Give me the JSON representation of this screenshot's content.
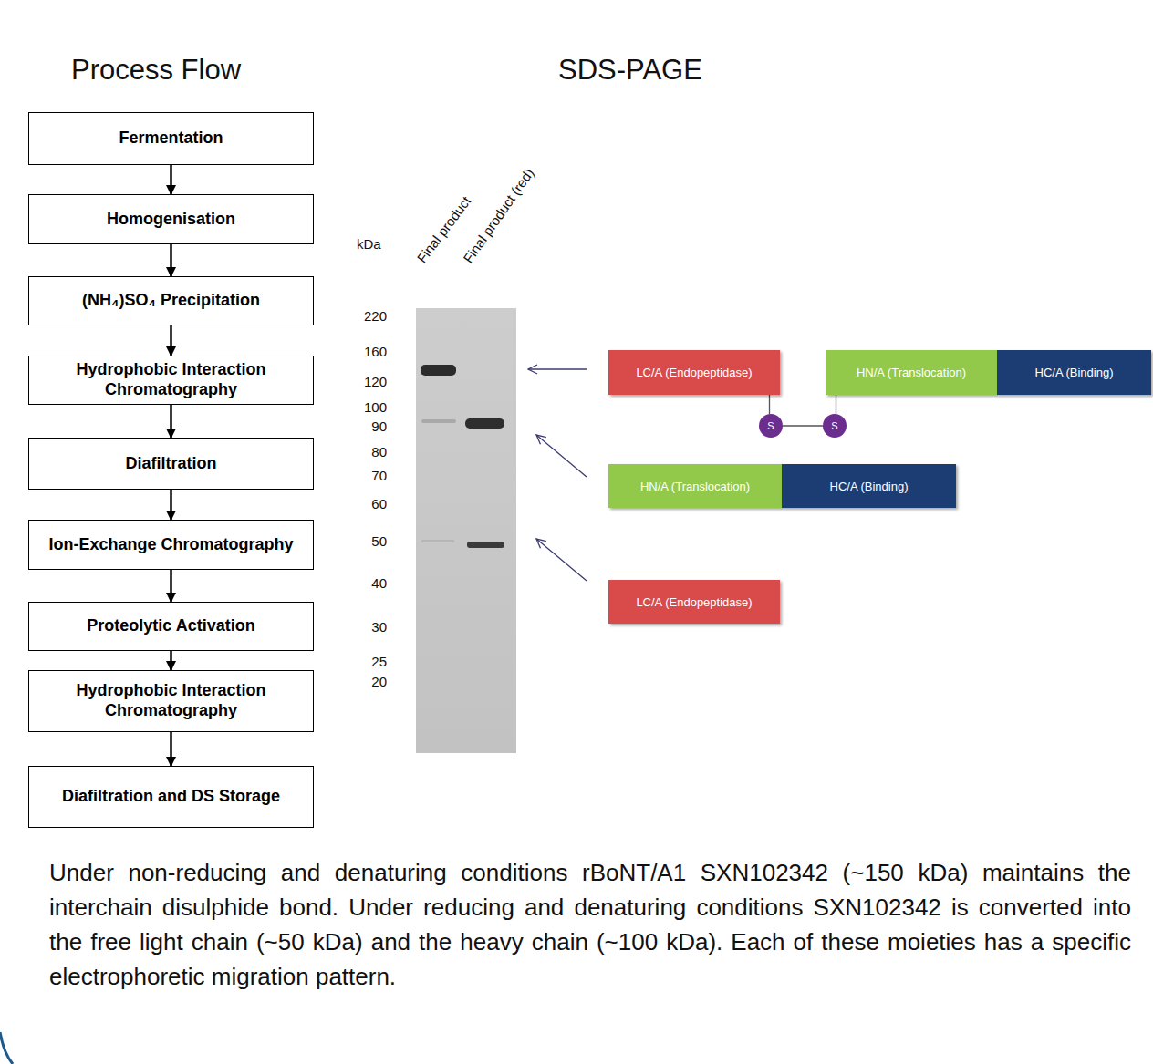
{
  "diagram": {
    "caption": "Under non-reducing and denaturing conditions rBoNT/A1 SXN102342 (~150 kDa) maintains the interchain disulphide bond. Under reducing and denaturing conditions SXN102342 is converted into the free light chain (~50 kDa) and the heavy chain (~100 kDa). Each of these moieties has a specific electrophoretic migration pattern.",
    "nodes": [
      {
        "text": [
          "Fermentation"
        ]
      },
      {
        "text": [
          "Homogenisation"
        ]
      },
      {
        "text": [
          "(NH₄)SO₄ Precipitation"
        ]
      },
      {
        "text": [
          "Hydrophobic Interaction Chromatography"
        ]
      },
      {
        "text": [
          "Diafiltration"
        ]
      },
      {
        "text": [
          "Ion-Exchange Chromatography"
        ]
      },
      {
        "text": [
          "Proteolytic Activation"
        ]
      },
      {
        "text": [
          "Hydrophobic Interaction Chromatography"
        ]
      },
      {
        "text": [
          "Diafiltration and DS Storage"
        ]
      },
      {
        "text": [
          "LC/A (Endopeptidase)"
        ]
      },
      {
        "text": [
          "HN/A (Translocation)"
        ]
      },
      {
        "text": [
          "HC/A (Binding)"
        ]
      },
      {
        "text": [
          "S"
        ]
      },
      {
        "text": [
          "S"
        ]
      },
      {
        "text": [
          "HN/A (Translocation)"
        ]
      },
      {
        "text": [
          "HC/A (Binding)"
        ]
      },
      {
        "text": [
          "LC/A (Endopeptidase)"
        ]
      }
    ],
    "edges": [
      {
        "from": 0,
        "to": 1,
        "arrow": "to"
      },
      {
        "from": 1,
        "to": 2,
        "arrow": "to"
      },
      {
        "from": 2,
        "to": 3,
        "arrow": "to"
      },
      {
        "from": 3,
        "to": 4,
        "arrow": "to"
      },
      {
        "from": 4,
        "to": 5,
        "arrow": "to"
      },
      {
        "from": 5,
        "to": 6,
        "arrow": "to"
      },
      {
        "from": 6,
        "to": 7,
        "arrow": "to"
      },
      {
        "from": 7,
        "to": 8,
        "arrow": "to"
      },
      {
        "from": 9,
        "to": 12,
        "arrow": "none"
      },
      {
        "from": 12,
        "to": 13,
        "arrow": "none"
      },
      {
        "from": 10,
        "to": 13,
        "arrow": "none"
      }
    ],
    "labels": [
      "Process Flow",
      "SDS-PAGE",
      "kDa",
      "Final product",
      "Final product (red)",
      "220",
      "160",
      "120",
      "100",
      "90",
      "80",
      "70",
      "60",
      "50",
      "40",
      "30",
      "25",
      "20"
    ]
  }
}
